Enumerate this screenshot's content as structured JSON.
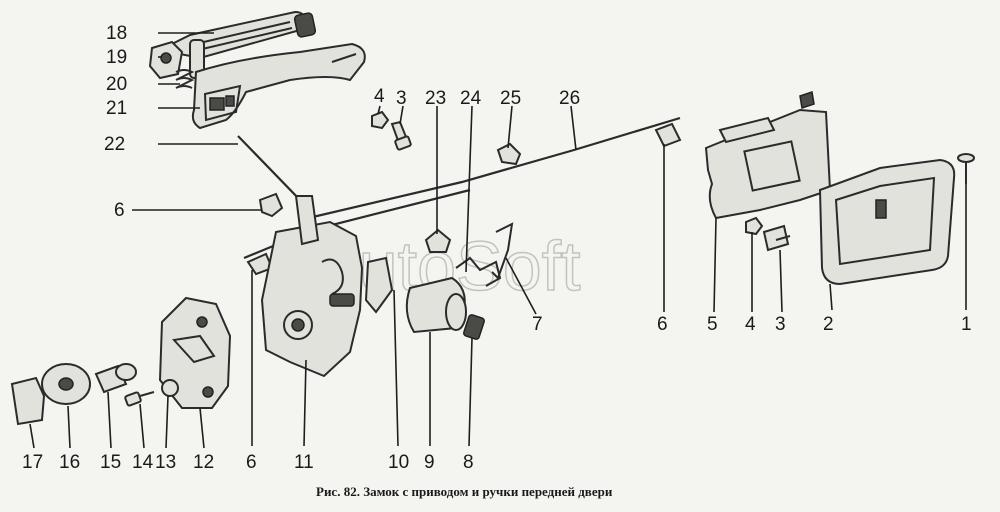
{
  "watermark": "AutoSoft",
  "caption": "Рис. 82. Замок с приводом и ручки передней двери",
  "callouts": [
    {
      "id": "18",
      "label": "18"
    },
    {
      "id": "19",
      "label": "19"
    },
    {
      "id": "20",
      "label": "20"
    },
    {
      "id": "21",
      "label": "21"
    },
    {
      "id": "22",
      "label": "22"
    },
    {
      "id": "6a",
      "label": "6"
    },
    {
      "id": "4a",
      "label": "4"
    },
    {
      "id": "3a",
      "label": "3"
    },
    {
      "id": "23",
      "label": "23"
    },
    {
      "id": "24",
      "label": "24"
    },
    {
      "id": "25",
      "label": "25"
    },
    {
      "id": "26",
      "label": "26"
    },
    {
      "id": "7",
      "label": "7"
    },
    {
      "id": "6c",
      "label": "6"
    },
    {
      "id": "5",
      "label": "5"
    },
    {
      "id": "4b",
      "label": "4"
    },
    {
      "id": "3b",
      "label": "3"
    },
    {
      "id": "2",
      "label": "2"
    },
    {
      "id": "1",
      "label": "1"
    },
    {
      "id": "17",
      "label": "17"
    },
    {
      "id": "16",
      "label": "16"
    },
    {
      "id": "15",
      "label": "15"
    },
    {
      "id": "14",
      "label": "14"
    },
    {
      "id": "13",
      "label": "13"
    },
    {
      "id": "12",
      "label": "12"
    },
    {
      "id": "6b",
      "label": "6"
    },
    {
      "id": "11",
      "label": "11"
    },
    {
      "id": "10",
      "label": "10"
    },
    {
      "id": "9",
      "label": "9"
    },
    {
      "id": "8",
      "label": "8"
    }
  ]
}
